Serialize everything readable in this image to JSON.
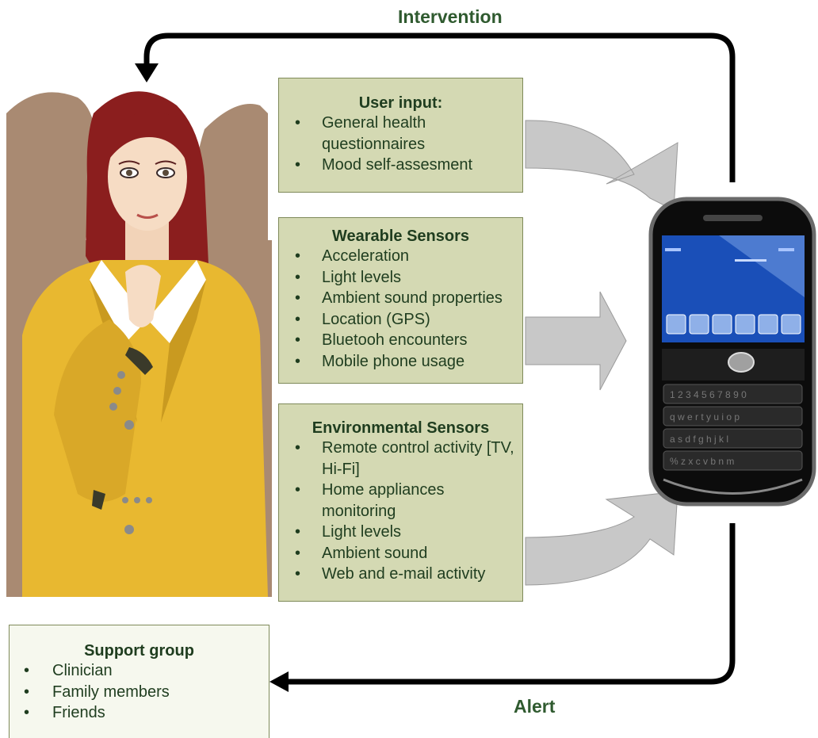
{
  "labels": {
    "top": "Intervention",
    "bottom": "Alert"
  },
  "boxes": {
    "user_input": {
      "title": "User input:",
      "items": [
        "General health questionnaires",
        "Mood self-assesment"
      ]
    },
    "wearable": {
      "title": "Wearable Sensors",
      "items": [
        "Acceleration",
        "Light levels",
        "Ambient sound properties",
        "Location (GPS)",
        "Bluetooh encounters",
        "Mobile phone usage"
      ]
    },
    "environmental": {
      "title": "Environmental Sensors",
      "items": [
        "Remote control activity [TV, Hi-Fi]",
        "Home appliances monitoring",
        "Light levels",
        "Ambient sound",
        "Web and e-mail activity"
      ]
    },
    "support": {
      "title": "Support group",
      "items": [
        "Clinician",
        "Family members",
        "Friends"
      ]
    }
  },
  "colors": {
    "box_fill": "#d4d9b3",
    "box_border": "#7f8a5a",
    "support_fill": "#f6f8ee",
    "text": "#1f3d1f",
    "label_text": "#2f5a2f",
    "arrow_gray": "#c8c8c8",
    "blazer": "#e8b830",
    "hair": "#8b1e1e",
    "silhouette": "#a98a72"
  },
  "phone": {
    "screen_icons": [
      "notes-icon",
      "save-icon",
      "mail-icon",
      "calendar-icon",
      "star-icon",
      "book-icon"
    ],
    "keypad_rows": [
      "1 2 3 4 5 6 7 8 9 0",
      "q w e r t y u i o p",
      "a s d f g h j k l",
      "% z x c v b n m"
    ]
  }
}
